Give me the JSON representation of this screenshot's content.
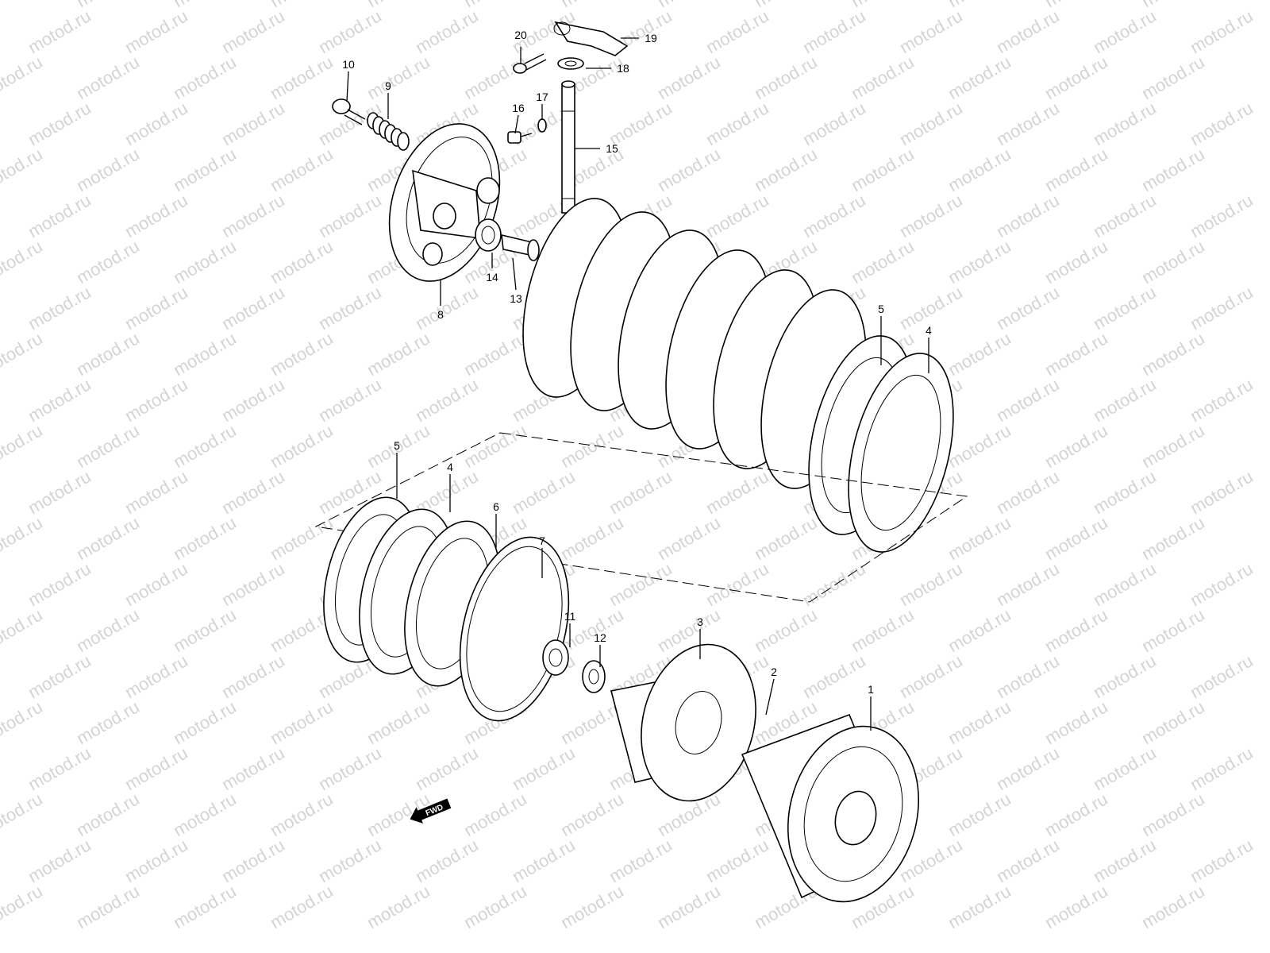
{
  "watermark": {
    "text": "motod.ru"
  },
  "colors": {
    "line": "#000000",
    "watermark": "#d4d4d4",
    "background": "#ffffff"
  },
  "parts": [
    {
      "id": "part-1",
      "number": "1"
    },
    {
      "id": "part-2",
      "number": "2"
    },
    {
      "id": "part-3",
      "number": "3"
    },
    {
      "id": "part-4a",
      "number": "4"
    },
    {
      "id": "part-4b",
      "number": "4"
    },
    {
      "id": "part-5a",
      "number": "5"
    },
    {
      "id": "part-5b",
      "number": "5"
    },
    {
      "id": "part-6",
      "number": "6"
    },
    {
      "id": "part-7",
      "number": "7"
    },
    {
      "id": "part-8",
      "number": "8"
    },
    {
      "id": "part-9",
      "number": "9"
    },
    {
      "id": "part-10",
      "number": "10"
    },
    {
      "id": "part-11",
      "number": "11"
    },
    {
      "id": "part-12",
      "number": "12"
    },
    {
      "id": "part-13",
      "number": "13"
    },
    {
      "id": "part-14",
      "number": "14"
    },
    {
      "id": "part-15",
      "number": "15"
    },
    {
      "id": "part-16",
      "number": "16"
    },
    {
      "id": "part-17",
      "number": "17"
    },
    {
      "id": "part-18",
      "number": "18"
    },
    {
      "id": "part-19",
      "number": "19"
    },
    {
      "id": "part-20",
      "number": "20"
    }
  ],
  "direction_indicator": {
    "text": "FWD"
  }
}
